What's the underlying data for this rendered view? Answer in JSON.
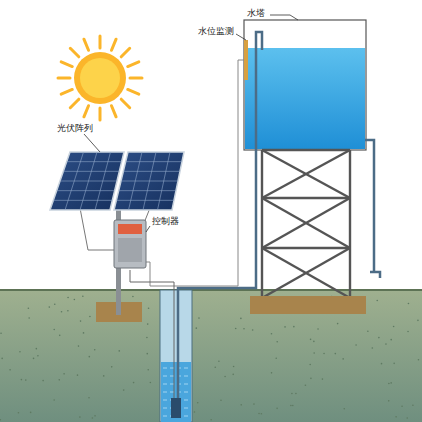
{
  "diagram": {
    "labels": [
      "水塔",
      "水位监测",
      "光伏阵列",
      "控制器"
    ]
  }
}
